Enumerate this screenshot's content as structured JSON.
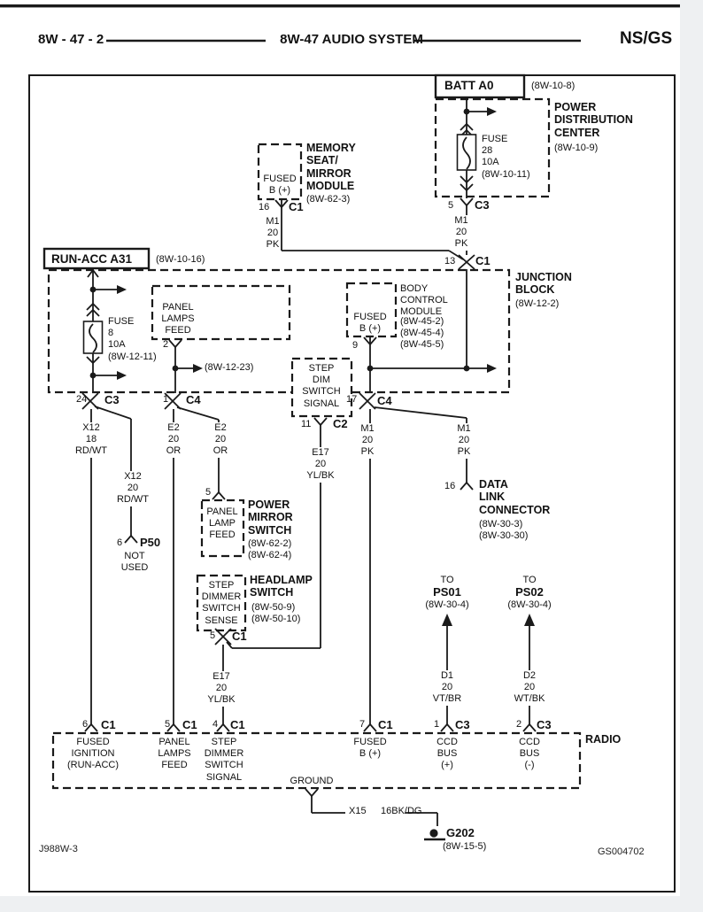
{
  "header": {
    "code": "8W - 47 - 2",
    "title": "8W-47 AUDIO SYSTEM",
    "platform": "NS/GS"
  },
  "battery": {
    "name": "BATT A0",
    "ref": "(8W-10-8)"
  },
  "pdc": {
    "name": "POWER\nDISTRIBUTION\nCENTER",
    "ref": "(8W-10-9)",
    "fuse": "FUSE\n28\n10A\n(8W-10-11)",
    "pin": "5",
    "connector": "C3",
    "wire": "M1\n20\nPK"
  },
  "memory_module": {
    "name": "MEMORY\nSEAT/\nMIRROR\nMODULE",
    "ref": "(8W-62-3)",
    "terminal": "FUSED\nB (+)",
    "pin": "16",
    "connector": "C1",
    "wire": "M1\n20\nPK"
  },
  "run_acc": {
    "name": "RUN-ACC A31",
    "ref": "(8W-10-16)"
  },
  "junction_block": {
    "name": "JUNCTION\nBLOCK",
    "ref": "(8W-12-2)",
    "pin": "13",
    "connector": "C1",
    "fuse": "FUSE\n8\n10A\n(8W-12-11)",
    "branch_ref": "(8W-12-23)"
  },
  "panel_lamps_feed": {
    "label": "PANEL\nLAMPS\nFEED",
    "pin": "2"
  },
  "bcm": {
    "name": "BODY\nCONTROL\nMODULE",
    "refs": "(8W-45-2)\n(8W-45-4)\n(8W-45-5)",
    "terminal": "FUSED\nB (+)",
    "pin": "9"
  },
  "step_dim": {
    "label": "STEP\nDIM\nSWITCH\nSIGNAL",
    "pin": "11",
    "connector": "C2",
    "wire": "E17\n20\nYL/BK"
  },
  "c3_24": {
    "pin": "24",
    "connector": "C3",
    "wire_main": "X12\n18\nRD/WT",
    "wire_branch": "X12\n20\nRD/WT"
  },
  "p50": {
    "pin": "6",
    "connector": "P50",
    "note": "NOT\nUSED"
  },
  "c4_1": {
    "pin": "1",
    "connector": "C4",
    "wire_main": "E2\n20\nOR",
    "wire_branch": "E2\n20\nOR"
  },
  "mirror_switch": {
    "name": "POWER\nMIRROR\nSWITCH",
    "refs": "(8W-62-2)\n(8W-62-4)",
    "terminal": "PANEL\nLAMP\nFEED",
    "pin": "5"
  },
  "headlamp_switch": {
    "name": "HEADLAMP\nSWITCH",
    "refs": "(8W-50-9)\n(8W-50-10)",
    "terminal": "STEP\nDIMMER\nSWITCH\nSENSE",
    "pin": "5",
    "connector": "C1",
    "wire": "E17\n20\nYL/BK"
  },
  "c4_17": {
    "pin": "17",
    "connector": "C4",
    "wire_main": "M1\n20\nPK",
    "wire_branch": "M1\n20\nPK"
  },
  "dlc": {
    "pin": "16",
    "name": "DATA\nLINK\nCONNECTOR",
    "refs": "(8W-30-3)\n(8W-30-30)"
  },
  "ps01": {
    "to": "TO",
    "name": "PS01",
    "ref": "(8W-30-4)",
    "wire": "D1\n20\nVT/BR"
  },
  "ps02": {
    "to": "TO",
    "name": "PS02",
    "ref": "(8W-30-4)",
    "wire": "D2\n20\nWT/BK"
  },
  "radio": {
    "name": "RADIO",
    "pins": [
      {
        "pin": "6",
        "connector": "C1",
        "label": "FUSED\nIGNITION\n(RUN-ACC)"
      },
      {
        "pin": "5",
        "connector": "C1",
        "label": "PANEL\nLAMPS\nFEED"
      },
      {
        "pin": "4",
        "connector": "C1",
        "label": "STEP\nDIMMER\nSWITCH\nSIGNAL"
      },
      {
        "pin": "7",
        "connector": "C1",
        "label": "FUSED\nB (+)"
      },
      {
        "pin": "1",
        "connector": "C3",
        "label": "CCD\nBUS\n(+)"
      },
      {
        "pin": "2",
        "connector": "C3",
        "label": "CCD\nBUS\n(-)"
      }
    ]
  },
  "ground": {
    "label": "GROUND",
    "wire_code": "X15",
    "wire_color": "16BK/DG",
    "name": "G202",
    "ref": "(8W-15-5)"
  },
  "footer": {
    "left": "J988W-3",
    "right": "GS004702"
  },
  "colors": {
    "line": "#1a1a1a",
    "paper": "#ffffff",
    "margin": "#eef0f2"
  }
}
